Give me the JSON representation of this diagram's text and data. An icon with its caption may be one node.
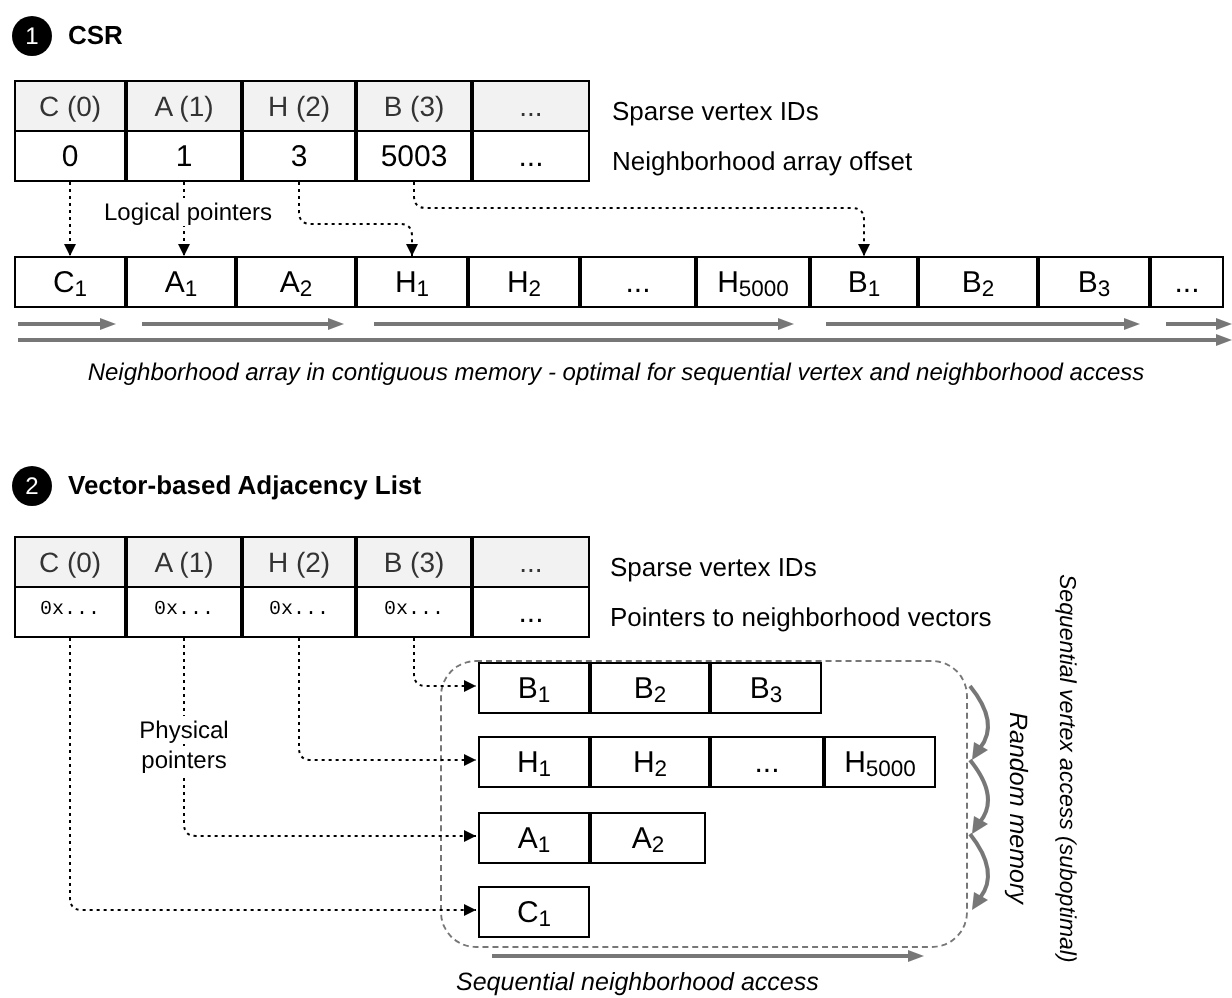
{
  "diagram": {
    "nodes": [
      {
        "text": [
          "1",
          "CSR"
        ]
      },
      {
        "text": [
          "C (0)"
        ]
      },
      {
        "text": [
          "A (1)"
        ]
      },
      {
        "text": [
          "H (2)"
        ]
      },
      {
        "text": [
          "B (3)"
        ]
      },
      {
        "text": [
          "..."
        ]
      },
      {
        "text": [
          "0"
        ]
      },
      {
        "text": [
          "1"
        ]
      },
      {
        "text": [
          "3"
        ]
      },
      {
        "text": [
          "5003"
        ]
      },
      {
        "text": [
          "..."
        ]
      },
      {
        "text": [
          "C$_{1}$"
        ]
      },
      {
        "text": [
          "A$_{1}$"
        ]
      },
      {
        "text": [
          "A$_{2}$"
        ]
      },
      {
        "text": [
          "H$_{1}$"
        ]
      },
      {
        "text": [
          "H$_{2}$"
        ]
      },
      {
        "text": [
          "..."
        ]
      },
      {
        "text": [
          "H$_{5000}$"
        ]
      },
      {
        "text": [
          "B$_{1}$"
        ]
      },
      {
        "text": [
          "B$_{2}$"
        ]
      },
      {
        "text": [
          "B$_{3}$"
        ]
      },
      {
        "text": [
          "..."
        ]
      },
      {
        "text": [
          "2",
          "Vector-based Adjacency List"
        ]
      },
      {
        "text": [
          "C (0)"
        ]
      },
      {
        "text": [
          "A (1)"
        ]
      },
      {
        "text": [
          "H (2)"
        ]
      },
      {
        "text": [
          "B (3)"
        ]
      },
      {
        "text": [
          "..."
        ]
      },
      {
        "text": [
          "0x..."
        ]
      },
      {
        "text": [
          "0x..."
        ]
      },
      {
        "text": [
          "0x..."
        ]
      },
      {
        "text": [
          "0x..."
        ]
      },
      {
        "text": [
          "..."
        ]
      },
      {
        "text": [],
        "shape": "box"
      },
      {
        "text": [
          "B$_{1}$"
        ],
        "in": 33
      },
      {
        "text": [
          "B$_{2}$"
        ],
        "in": 33
      },
      {
        "text": [
          "B$_{3}$"
        ],
        "in": 33
      },
      {
        "text": [
          "H$_{1}$"
        ],
        "in": 33
      },
      {
        "text": [
          "H$_{2}$"
        ],
        "in": 33
      },
      {
        "text": [
          "..."
        ],
        "in": 33
      },
      {
        "text": [
          "H$_{5000}$"
        ],
        "in": 33
      },
      {
        "text": [
          "A$_{1}$"
        ],
        "in": 33
      },
      {
        "text": [
          "A$_{2}$"
        ],
        "in": 33
      },
      {
        "text": [
          "C$_{1}$"
        ],
        "in": 33
      }
    ],
    "edges": [
      {
        "from": 6,
        "to": 11,
        "arrow": "to",
        "style": "dashed"
      },
      {
        "from": 7,
        "to": 12,
        "arrow": "to",
        "style": "dashed"
      },
      {
        "from": 8,
        "to": 14,
        "arrow": "to",
        "style": "dashed"
      },
      {
        "from": 9,
        "to": 18,
        "arrow": "to",
        "style": "dashed"
      },
      {
        "from": 31,
        "to": 34,
        "arrow": "to",
        "style": "dashed"
      },
      {
        "from": 30,
        "to": 37,
        "arrow": "to",
        "style": "dashed"
      },
      {
        "from": 29,
        "to": 41,
        "arrow": "to",
        "style": "dashed"
      },
      {
        "from": 28,
        "to": 43,
        "arrow": "to",
        "style": "dashed"
      }
    ],
    "labels": [
      "Sparse vertex IDs",
      "Neighborhood array offset",
      "Logical pointers",
      "Neighborhood array in contiguous memory - optimal for sequential vertex and neighborhood access",
      "Sparse vertex IDs",
      "Pointers to neighborhood vectors",
      "Physical pointers",
      "Sequential vertex access (suboptimal)",
      "Random memory",
      "Sequential neighborhood access"
    ]
  }
}
